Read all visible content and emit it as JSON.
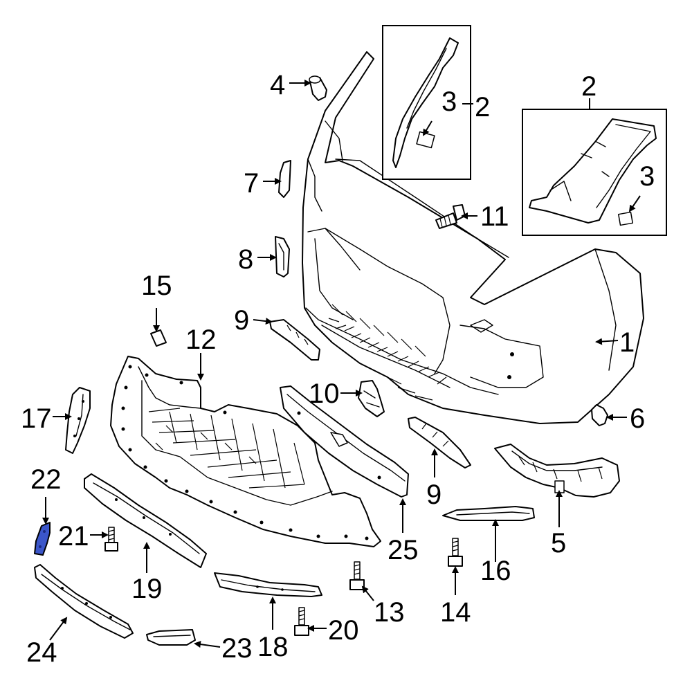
{
  "diagram": {
    "highlight_color": "#3b56c9",
    "highlighted_part": "22",
    "callouts": [
      "1",
      "2",
      "3",
      "4",
      "5",
      "6",
      "7",
      "8",
      "9",
      "10",
      "11",
      "12",
      "13",
      "14",
      "15",
      "16",
      "17",
      "18",
      "19",
      "20",
      "21",
      "22",
      "23",
      "24",
      "25"
    ],
    "labels": {
      "c1": "1",
      "c2a": "2",
      "c2b": "2",
      "c3a": "3",
      "c3b": "3",
      "c4": "4",
      "c5": "5",
      "c6": "6",
      "c7": "7",
      "c8": "8",
      "c9a": "9",
      "c9b": "9",
      "c10": "10",
      "c11": "11",
      "c12": "12",
      "c13": "13",
      "c14": "14",
      "c15": "15",
      "c16": "16",
      "c17": "17",
      "c18": "18",
      "c19": "19",
      "c20": "20",
      "c21": "21",
      "c22": "22",
      "c23": "23",
      "c24": "24",
      "c25": "25"
    }
  }
}
